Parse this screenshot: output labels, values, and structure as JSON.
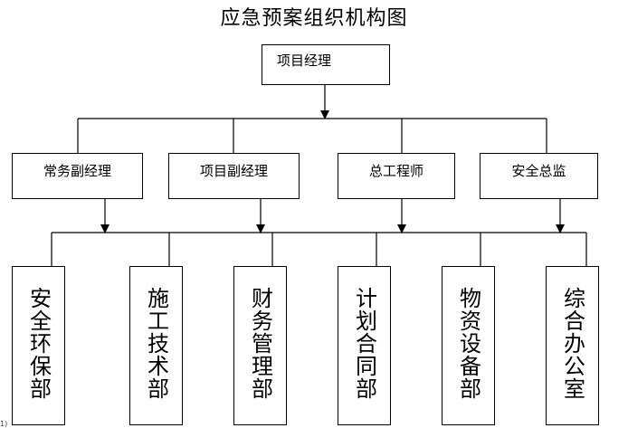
{
  "title": "应急预案组织机构图",
  "top": {
    "label": "项目经理"
  },
  "managers": [
    {
      "label": "常务副经理"
    },
    {
      "label": "项目副经理"
    },
    {
      "label": "总工程师"
    },
    {
      "label": "安全总监"
    }
  ],
  "departments": [
    {
      "label": "安全环保部"
    },
    {
      "label": "施工技术部"
    },
    {
      "label": "财务管理部"
    },
    {
      "label": "计划合同部"
    },
    {
      "label": "物资设备部"
    },
    {
      "label": "综合办公室"
    }
  ],
  "corner_mark": "1)"
}
